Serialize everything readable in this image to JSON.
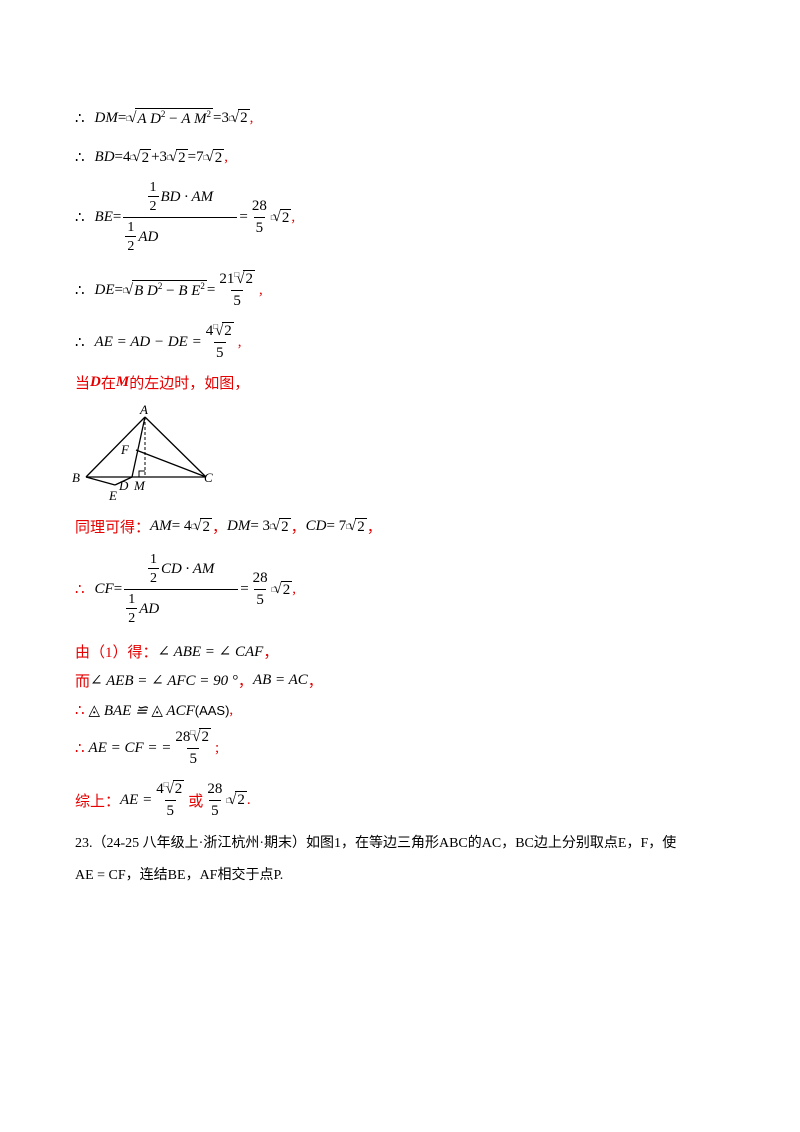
{
  "lines": {
    "l1": {
      "lead": "∴",
      "lhs": "DM",
      "eq1": "=",
      "radicand": "A D",
      "sq1": "2",
      "minus": "−",
      "term2": "A M",
      "sq2": "2",
      "eq2": "=3",
      "root": "2",
      "end": ","
    },
    "l2": {
      "lead": "∴",
      "text": "BD",
      "rest1": "=4",
      "root1": "2",
      "plus": "+3",
      "root2": "2",
      "rest2": "=7",
      "root3": "2",
      "end": ","
    },
    "l3": {
      "lead": "∴",
      "lhs": "BE",
      "num_half": "1",
      "num_half_den": "2",
      "num_text": "BD · AM",
      "den_half": "1",
      "den_half_den": "2",
      "den_text": "AD",
      "res_num": "28",
      "res_den": "5",
      "root": "2",
      "end": ","
    },
    "l4": {
      "lead": "∴",
      "lhs": "DE",
      "radicand": "B D",
      "sq1": "2",
      "minus": "−",
      "term2": "B E",
      "sq2": "2",
      "res_num": "21",
      "root": "2",
      "res_den": "5",
      "end": ","
    },
    "l5": {
      "lead": "∴",
      "expr": "AE = AD − DE =",
      "res_num": "4",
      "root": "2",
      "res_den": "5",
      "end": ","
    },
    "l6": {
      "pre": "当",
      "d": "D",
      "mid": "在",
      "m": "M",
      "post": "的左边时，如图，"
    },
    "l7": {
      "pre": "同理可得：",
      "a": "AM",
      "a_val": "= 4",
      "a_root": "2",
      "sep1": "，",
      "b": "DM",
      "b_val": "= 3",
      "b_root": "2",
      "sep2": "，",
      "c": "CD",
      "c_val": "= 7",
      "c_root": "2",
      "end": "，"
    },
    "l8": {
      "lead": "∴",
      "lhs": "CF",
      "num_half": "1",
      "num_half_den": "2",
      "num_text": "CD · AM",
      "den_half": "1",
      "den_half_den": "2",
      "den_text": "AD",
      "res_num": "28",
      "res_den": "5",
      "root": "2",
      "end": ","
    },
    "l9": {
      "pre": "由（1）得：",
      "expr": "∠ ABE = ∠ CAF",
      "end": "，"
    },
    "l10": {
      "pre": "而",
      "expr": "∠ AEB = ∠ AFC = 90 °",
      "sep": "，",
      "expr2": "AB = AC",
      "end": "，"
    },
    "l11": {
      "lead": "∴",
      "expr": "◬ BAE ≌ ◬ ACF",
      "tail": "(AAS)",
      "end": ","
    },
    "l12": {
      "lead": "∴",
      "expr": "AE = CF = =",
      "res_num": "28",
      "root": "2",
      "res_den": "5",
      "end": ";"
    },
    "l13": {
      "pre": "综上：",
      "lhs": "AE =",
      "n1": "4",
      "r1": "2",
      "d1": "5",
      "or": "或",
      "n2": "28",
      "d2": "5",
      "r2": "2",
      "end": "."
    },
    "q23": {
      "line1": "23.（24-25 八年级上·浙江杭州·期末）如图1，在等边三角形ABC的AC，BC边上分别取点E，F，使",
      "line2": "AE = CF，连结BE，AF相交于点P."
    }
  },
  "figure": {
    "A": "A",
    "B": "B",
    "C": "C",
    "D": "D",
    "E": "E",
    "F": "F",
    "M": "M"
  },
  "colors": {
    "red": "#e60000",
    "black": "#000000"
  }
}
